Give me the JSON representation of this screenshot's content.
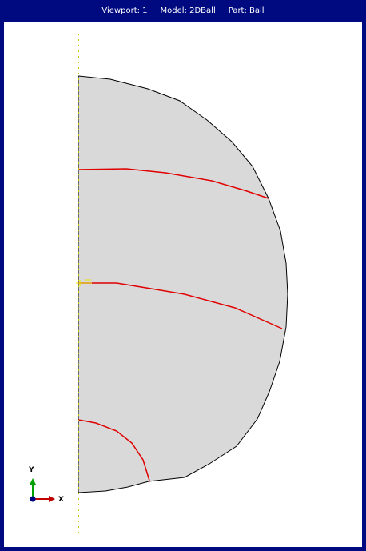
{
  "title_bar": {
    "viewport": "Viewport: 1",
    "model": "Model: 2DBall",
    "part": "Part: Ball"
  },
  "triad": {
    "y_label": "Y",
    "x_label": "X"
  },
  "colors": {
    "frame": "#000a80",
    "part_fill": "#d9d9d9",
    "part_edge": "#000000",
    "partition": "#e00000",
    "symmetry_axis": "#c8c800",
    "triad_y": "#00a000",
    "triad_x": "#c00000",
    "triad_origin": "#000080"
  }
}
